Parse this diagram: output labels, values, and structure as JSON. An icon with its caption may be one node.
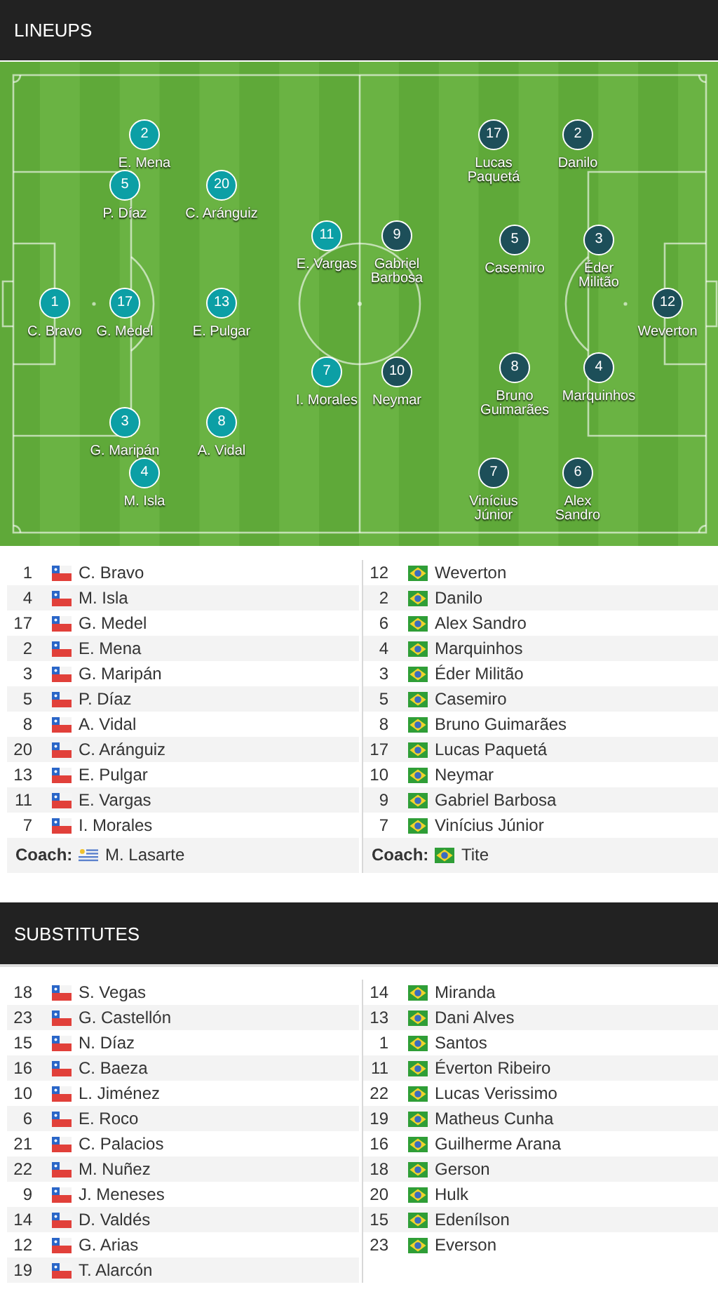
{
  "diagram": {
    "nodes": [
      {
        "text": [
          "LINEUPS"
        ]
      },
      {
        "text": [
          "1"
        ],
        "beside": [
          "C. Bravo"
        ]
      },
      {
        "text": [
          "2"
        ],
        "beside": [
          "E. Mena"
        ]
      },
      {
        "text": [
          "5"
        ],
        "beside": [
          "P. Díaz"
        ]
      },
      {
        "text": [
          "17"
        ],
        "beside": [
          "G. Medel"
        ]
      },
      {
        "text": [
          "3"
        ],
        "beside": [
          "G. Maripán"
        ]
      },
      {
        "text": [
          "4"
        ],
        "beside": [
          "M. Isla"
        ]
      },
      {
        "text": [
          "20"
        ],
        "beside": [
          "C. Aránguiz"
        ]
      },
      {
        "text": [
          "13"
        ],
        "beside": [
          "E. Pulgar"
        ]
      },
      {
        "text": [
          "8"
        ],
        "beside": [
          "A. Vidal"
        ]
      },
      {
        "text": [
          "11"
        ],
        "beside": [
          "E. Vargas"
        ]
      },
      {
        "text": [
          "7"
        ],
        "beside": [
          "I. Morales"
        ]
      },
      {
        "text": [
          "9"
        ],
        "beside": [
          "Gabriel Barbosa"
        ]
      },
      {
        "text": [
          "10"
        ],
        "beside": [
          "Neymar"
        ]
      },
      {
        "text": [
          "17"
        ],
        "beside": [
          "Lucas Paquetá"
        ]
      },
      {
        "text": [
          "5"
        ],
        "beside": [
          "Casemiro"
        ]
      },
      {
        "text": [
          "8"
        ],
        "beside": [
          "Bruno Guimarães"
        ]
      },
      {
        "text": [
          "7"
        ],
        "beside": [
          "Vinícius Júnior"
        ]
      },
      {
        "text": [
          "2"
        ],
        "beside": [
          "Danilo"
        ]
      },
      {
        "text": [
          "3"
        ],
        "beside": [
          "Éder Militão"
        ]
      },
      {
        "text": [
          "4"
        ],
        "beside": [
          "Marquinhos"
        ]
      },
      {
        "text": [
          "6"
        ],
        "beside": [
          "Alex Sandro"
        ]
      },
      {
        "text": [
          "12"
        ],
        "beside": [
          "Weverton"
        ]
      },
      {
        "text": [
          "SUBSTITUTES"
        ]
      }
    ],
    "labels": [
      "1",
      "C. Bravo",
      "12",
      "Weverton",
      "4",
      "M. Isla",
      "2",
      "Danilo",
      "17",
      "G. Medel",
      "6",
      "Alex Sandro",
      "2",
      "E. Mena",
      "4",
      "Marquinhos",
      "3",
      "G. Maripán",
      "3",
      "Éder Militão",
      "5",
      "P. Díaz",
      "5",
      "Casemiro",
      "8",
      "A. Vidal",
      "8",
      "Bruno Guimarães",
      "20",
      "C. Aránguiz",
      "17",
      "Lucas Paquetá",
      "13",
      "E. Pulgar",
      "10",
      "Neymar",
      "11",
      "E. Vargas",
      "9",
      "Gabriel Barbosa",
      "7",
      "I. Morales",
      "7",
      "Vinícius Júnior",
      "Coach:",
      "M. Lasarte",
      "Coach:",
      "Tite",
      "18",
      "S. Vegas",
      "14",
      "Miranda",
      "23",
      "G. Castellón",
      "13",
      "Dani Alves",
      "15",
      "N. Díaz",
      "1",
      "Santos",
      "16",
      "C. Baeza",
      "11",
      "Éverton Ribeiro",
      "10",
      "L. Jiménez",
      "22",
      "Lucas Verissimo",
      "6",
      "E. Roco",
      "19",
      "Matheus Cunha",
      "21",
      "C. Palacios",
      "16",
      "Guilherme Arana",
      "22",
      "M. Nuñez",
      "18",
      "Gerson",
      "9",
      "J. Meneses",
      "20",
      "Hulk",
      "14",
      "D. Valdés",
      "15",
      "Edenílson",
      "12",
      "G. Arias",
      "23",
      "Everson",
      "19",
      "T. Alarcón"
    ]
  }
}
